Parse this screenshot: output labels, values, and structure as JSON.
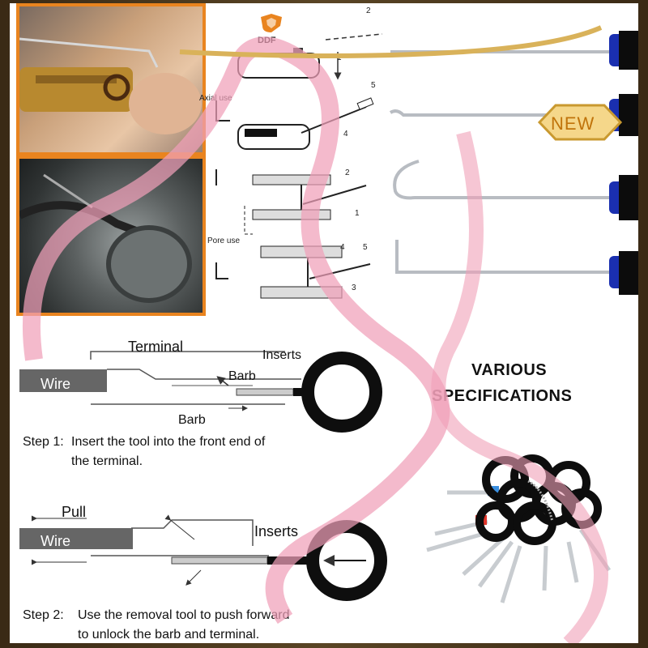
{
  "brand": {
    "name": "DDF",
    "colors": {
      "orange": "#e9841f",
      "gold": "#d9b25a",
      "ribbon": "#f0a0b8",
      "handle_blue": "#1a2fb0"
    }
  },
  "badge": {
    "text": "NEW"
  },
  "diagram_top": {
    "axial_label": "Axial use",
    "pore_label": "Pore use",
    "numbers": {
      "n1": "1",
      "n2": "2",
      "n3": "3",
      "n4": "4",
      "n5": "5"
    }
  },
  "headline": {
    "line1": "VARIOUS",
    "line2": "SPECIFICATIONS"
  },
  "diagram1": {
    "terminal": "Terminal",
    "inserts": "Inserts",
    "barb_top": "Barb",
    "wire": "Wire",
    "barb_bottom": "Barb"
  },
  "step1": {
    "prefix": "Step 1:",
    "line1": "Insert the tool into the front end of",
    "line2": "the terminal."
  },
  "diagram2": {
    "pull": "Pull",
    "wire": "Wire",
    "inserts": "Inserts"
  },
  "step2": {
    "prefix": "Step 2:",
    "line1": "Use the removal tool to push forward",
    "line2": "to unlock the barb and terminal."
  },
  "icons": [
    "shield-logo-icon",
    "pick-tool-icon",
    "ring-removal-tool-icon",
    "tool-set-icon"
  ]
}
